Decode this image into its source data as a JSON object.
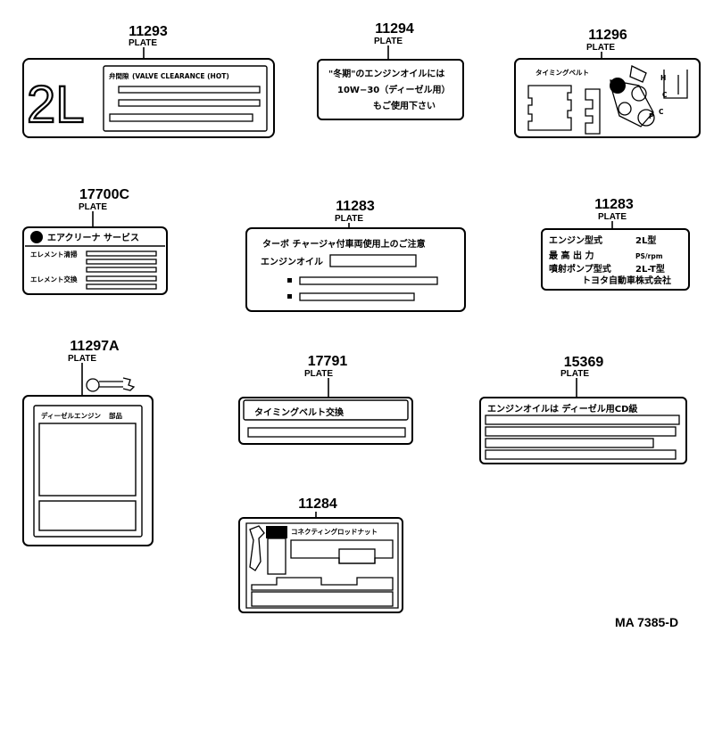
{
  "drawing_ref": "MA 7385-D",
  "parts": [
    {
      "id": "p11293",
      "number": "11293",
      "label": "PLATE",
      "texts": [
        "2L",
        "(VALVE CLEARANCE (HOT)"
      ]
    },
    {
      "id": "p11294",
      "number": "11294",
      "label": "PLATE",
      "texts": [
        "\"冬期\"のエンジンオイルには",
        "10W−30（ディーゼル用）",
        "もご使用下さい"
      ]
    },
    {
      "id": "p11296",
      "number": "11296",
      "label": "PLATE",
      "texts": [
        "タイミングベルト",
        "H",
        "C",
        "C",
        "P"
      ]
    },
    {
      "id": "p17700c",
      "number": "17700C",
      "label": "PLATE",
      "texts": [
        "エアクリーナ サービス",
        "エレメント清掃",
        "エレメント交換"
      ]
    },
    {
      "id": "p11283a",
      "number": "11283",
      "label": "PLATE",
      "texts": [
        "ターボ チャージャ付車両使用上のご注意",
        "エンジンオイル"
      ]
    },
    {
      "id": "p11283b",
      "number": "11283",
      "label": "PLATE",
      "texts": [
        "エンジン型式",
        "2L型",
        "最 高 出 力",
        "PS/rpm",
        "噴射ポンプ型式",
        "2L-T型",
        "トヨタ自動車株式会社"
      ]
    },
    {
      "id": "p11297a",
      "number": "11297A",
      "label": "PLATE",
      "texts": [
        "ディーゼルエンジン",
        "部品"
      ]
    },
    {
      "id": "p17791",
      "number": "17791",
      "label": "PLATE",
      "texts": [
        "タイミングベルト交換"
      ]
    },
    {
      "id": "p15369",
      "number": "15369",
      "label": "PLATE",
      "texts": [
        "エンジンオイルは ディーゼル用CD級"
      ]
    },
    {
      "id": "p11284",
      "number": "11284",
      "label": "PLATE",
      "texts": [
        "コネクティングロッドナット"
      ]
    }
  ]
}
